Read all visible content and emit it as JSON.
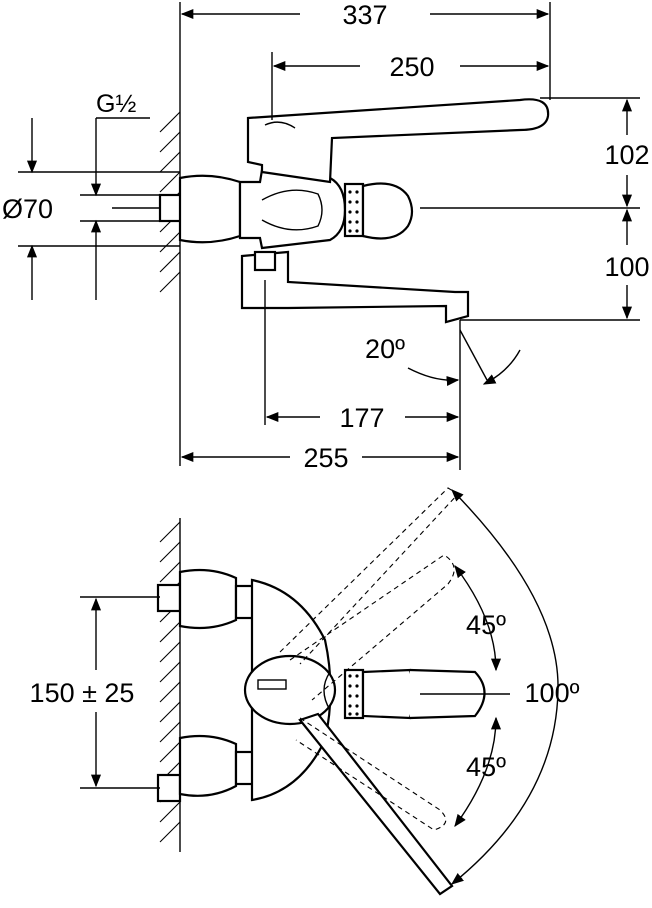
{
  "dimensions": {
    "overall_height": "337",
    "lever_length": "250",
    "pipe_thread": "G½",
    "diameter": "Ø70",
    "upper_height": "102",
    "lower_height": "100",
    "spout_angle": "20º",
    "spout_reach": "177",
    "spout_projection": "255",
    "connection_spacing": "150 ± 25",
    "swing_up": "45º",
    "swing_down": "45º",
    "swing_total": "100º"
  }
}
